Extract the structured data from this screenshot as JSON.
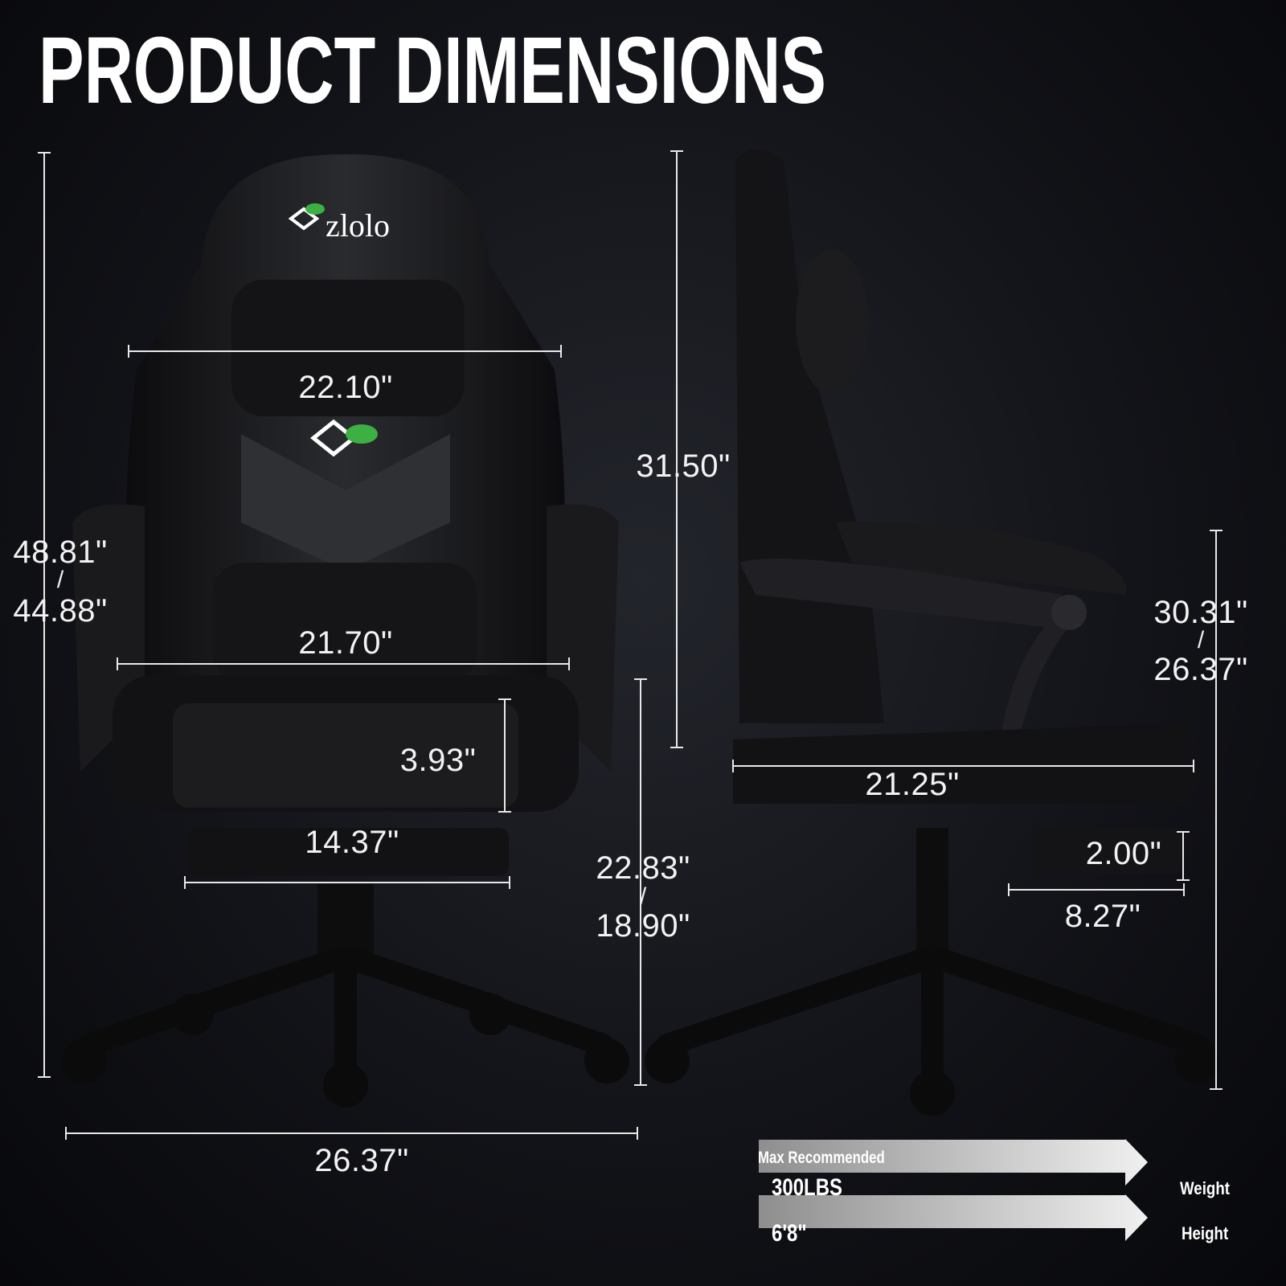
{
  "title": "PRODUCT DIMENSIONS",
  "brand": {
    "logo_text": "zlolo"
  },
  "front_view": {
    "headrest_width": "22.10\"",
    "backrest_width": "21.70\"",
    "seat_cushion_thickness": "3.93\"",
    "footrest_width": "14.37\"",
    "total_height_max": "48.81\"",
    "total_height_min": "44.88\"",
    "base_width": "26.37\"",
    "seat_height_max": "22.83\"",
    "seat_height_min": "18.90\""
  },
  "side_view": {
    "backrest_height": "31.50\"",
    "armrest_height_max": "30.31\"",
    "armrest_height_min": "26.37\"",
    "seat_depth": "21.25\"",
    "footrest_thickness": "2.00\"",
    "footrest_depth": "8.27\""
  },
  "separator": "/",
  "specs": {
    "heading": "Max Recommended",
    "items": [
      {
        "value": "300LBS",
        "label": "Weight"
      },
      {
        "value": "6'8\"",
        "label": "Height"
      }
    ]
  },
  "colors": {
    "background": "#111217",
    "text": "#ffffff",
    "logo_leaf": "#3cb043"
  }
}
